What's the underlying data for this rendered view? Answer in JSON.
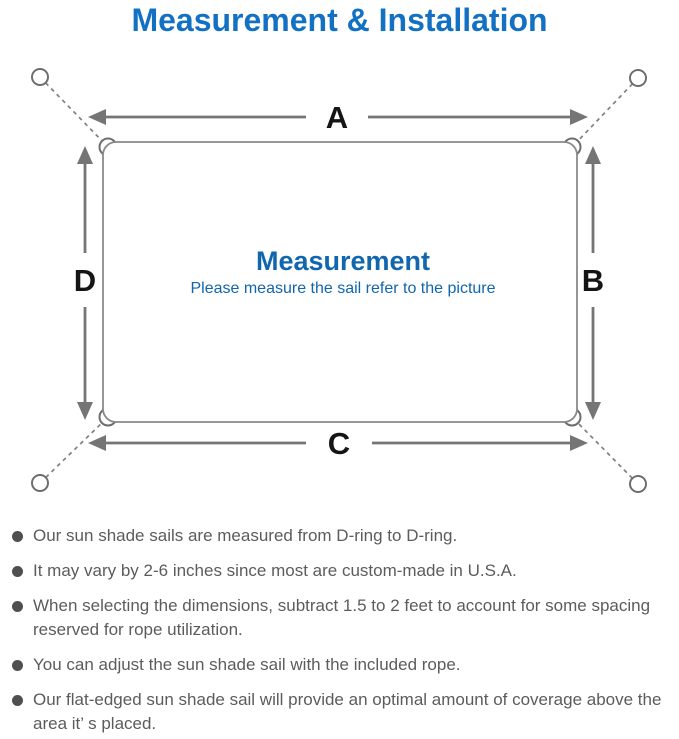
{
  "title": "Measurement & Installation",
  "diagram": {
    "labels": {
      "top": "A",
      "right": "B",
      "bottom": "C",
      "left": "D"
    },
    "center_title": "Measurement",
    "center_subtitle": "Please measure the sail refer to the picture"
  },
  "bullets": [
    "Our sun shade sails are measured from D-ring to D-ring.",
    "It may vary by 2-6 inches since most are custom-made in U.S.A.",
    "When selecting the dimensions, subtract 1.5 to 2 feet to account for some spacing reserved for rope utilization.",
    "You can adjust the sun shade sail with the included rope.",
    "Our flat-edged sun shade sail will provide an optimal amount of coverage above the area it’ s placed."
  ],
  "colors": {
    "title_blue": "#1371c3",
    "center_text_blue": "#1166ae",
    "diagram_line_gray": "#7a7a7a",
    "dim_label_black": "#151515",
    "body_text_gray": "#5c5c5c",
    "bullet_dot_gray": "#4f4f4f"
  }
}
